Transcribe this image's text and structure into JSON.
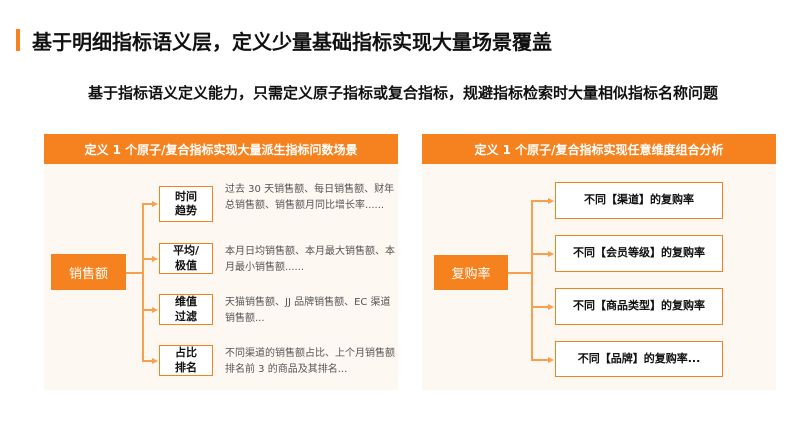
{
  "title": "基于明细指标语义层，定义少量基础指标实现大量场景覆盖",
  "subtitle": "基于指标语义定义能力，只需定义原子指标或复合指标，规避指标检索时大量相似指标名称问题",
  "left": {
    "header": "定义 1 个原子/复合指标实现大量派生指标问数场景",
    "root": "销售额",
    "nodes": [
      {
        "label": "时间趋势",
        "desc": "过去 30 天销售额、每日销售额、财年总销售额、销售额月同比增长率......"
      },
      {
        "label": "平均/极值",
        "desc": "本月日均销售额、本月最大销售额、本月最小销售额......"
      },
      {
        "label": "维值过滤",
        "desc": "天猫销售额、JJ 品牌销售额、EC 渠道销售额..."
      },
      {
        "label": "占比排名",
        "desc": "不同渠道的销售额占比、上个月销售额排名前 3 的商品及其排名..."
      }
    ]
  },
  "right": {
    "header": "定义 1 个原子/复合指标实现任意维度组合分析",
    "root": "复购率",
    "nodes": [
      "不同【渠道】的复购率",
      "不同【会员等级】的复购率",
      "不同【商品类型】的复购率",
      "不同【品牌】的复购率..."
    ]
  },
  "colors": {
    "accent": "#f5821f",
    "panel": "#fef8f3"
  }
}
